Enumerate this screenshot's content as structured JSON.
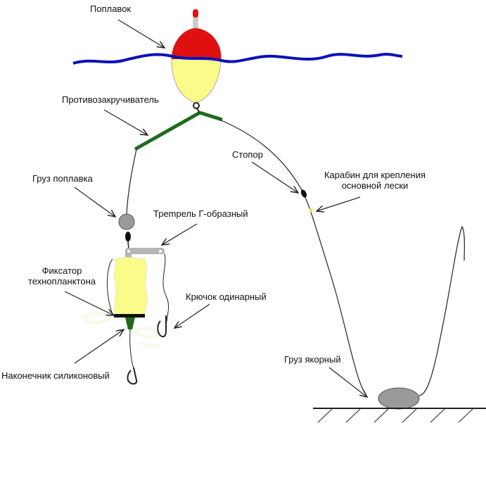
{
  "labels": {
    "float": "Поплавок",
    "swivel_antitwist": "Противозакручиватель",
    "stopper": "Стопор",
    "carabiner_line1": "Карабин для крепления",
    "carabiner_line2": "основной лески",
    "float_weight": "Груз поплавка",
    "trempel": "Трempель Г-образный",
    "plankton_fixer_line1": "Фиксатор",
    "plankton_fixer_line2": "технопланктона",
    "single_hook": "Крючок одинарный",
    "anchor_weight": "Груз якорный",
    "silicone_tip": "Наконечник силиконовый"
  },
  "colors": {
    "water": "#0a12b8",
    "float_top": "#e01010",
    "float_bottom": "#fbfb8a",
    "antitwist": "#1e6b1e",
    "line": "#222222",
    "weight": "#9a9a9a",
    "plankton": "#fbfb8a",
    "bracket": "#b5b5b5",
    "ground": "#222222"
  }
}
